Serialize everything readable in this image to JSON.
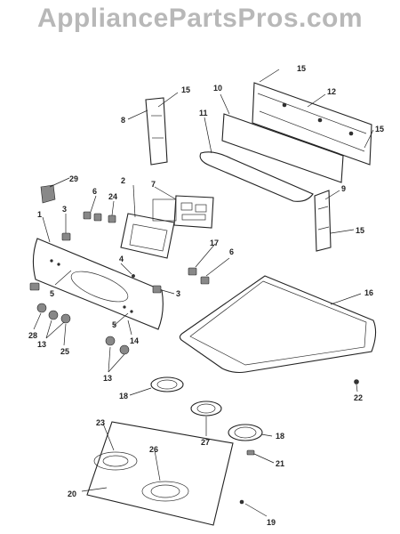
{
  "watermark": "AppliancePartsPros.com",
  "callouts": [
    "1",
    "2",
    "3",
    "4",
    "5",
    "6",
    "7",
    "8",
    "9",
    "10",
    "11",
    "12",
    "13",
    "14",
    "15",
    "16",
    "17",
    "18",
    "19",
    "20",
    "21",
    "22",
    "23",
    "24",
    "25",
    "26",
    "27",
    "28",
    "29"
  ]
}
